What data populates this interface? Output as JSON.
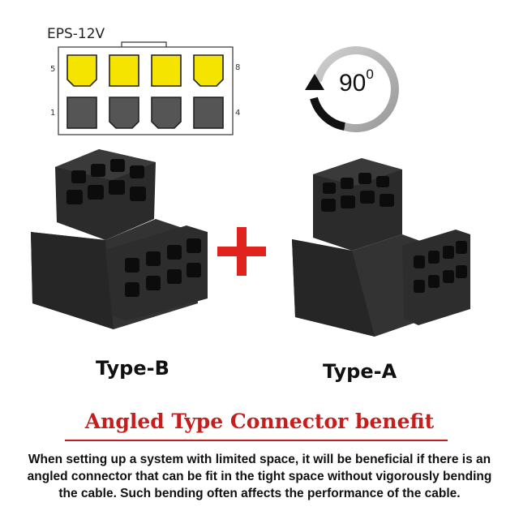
{
  "pinout": {
    "title": "EPS-12V",
    "pin_numbers": {
      "top_left": "5",
      "top_right": "8",
      "bottom_left": "1",
      "bottom_right": "4"
    },
    "top_row_color": "#f5e400",
    "bottom_row_color": "#555555"
  },
  "rotation": {
    "angle": "90",
    "unit": "0"
  },
  "connectors": {
    "left_label": "Type-B",
    "right_label": "Type-A",
    "plus_color": "#e0231d"
  },
  "benefit": {
    "heading": "Angled Type Connector benefit",
    "heading_color": "#c61d1d",
    "description": "When setting up a system with limited space, it will be beneficial if there is an angled connector that can be fit in the tight space without vigorously bending the cable. Such bending often affects the performance of the cable."
  }
}
